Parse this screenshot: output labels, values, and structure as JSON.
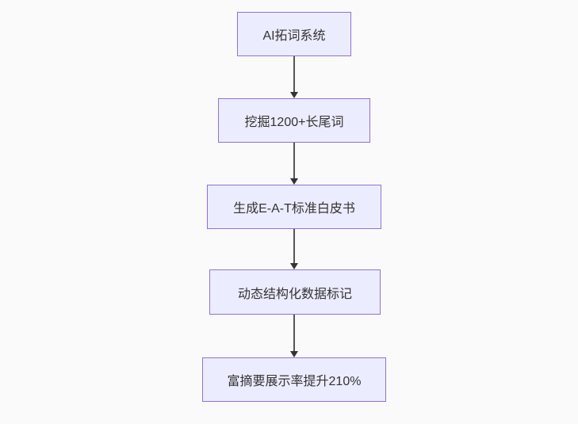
{
  "flowchart": {
    "type": "flowchart",
    "direction": "top-down",
    "colors": {
      "background": "#fafafa",
      "node_fill": "#ececff",
      "node_border": "#9370db",
      "node_text": "#333333",
      "edge_line": "#555555",
      "arrowhead": "#333333"
    },
    "nodes": [
      {
        "label": "AI拓词系统"
      },
      {
        "label": "挖掘1200+长尾词"
      },
      {
        "label": "生成E-A-T标准白皮书"
      },
      {
        "label": "动态结构化数据标记"
      },
      {
        "label": "富摘要展示率提升210%"
      }
    ],
    "edges": [
      {
        "from": "AI拓词系统",
        "to": "挖掘1200+长尾词",
        "style": "arrow"
      },
      {
        "from": "挖掘1200+长尾词",
        "to": "生成E-A-T标准白皮书",
        "style": "arrow"
      },
      {
        "from": "生成E-A-T标准白皮书",
        "to": "动态结构化数据标记",
        "style": "arrow"
      },
      {
        "from": "动态结构化数据标记",
        "to": "富摘要展示率提升210%",
        "style": "arrow"
      }
    ]
  }
}
